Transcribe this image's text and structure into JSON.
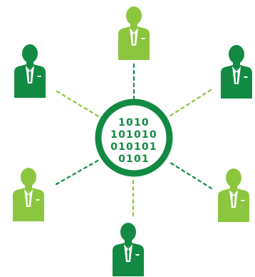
{
  "colors": {
    "dark_green": "#128a43",
    "light_green": "#8cc63f",
    "white": "#ffffff"
  },
  "center": {
    "icon": "binary-data-hub-icon",
    "binary_lines": [
      "1010",
      "101010",
      "010101",
      "0101"
    ]
  },
  "people": [
    {
      "id": "top",
      "icon": "businessperson-icon",
      "color": "light"
    },
    {
      "id": "top-left",
      "icon": "businessperson-icon",
      "color": "dark"
    },
    {
      "id": "top-right",
      "icon": "businessperson-icon",
      "color": "dark"
    },
    {
      "id": "bottom-left",
      "icon": "businessperson-icon",
      "color": "light"
    },
    {
      "id": "bottom-right",
      "icon": "businessperson-icon",
      "color": "light"
    },
    {
      "id": "bottom",
      "icon": "businessperson-icon",
      "color": "dark"
    }
  ],
  "connectors": [
    {
      "to": "top",
      "color": "dark",
      "style": "dashed"
    },
    {
      "to": "top-left",
      "color": "light",
      "style": "dashed"
    },
    {
      "to": "top-right",
      "color": "light",
      "style": "dashed"
    },
    {
      "to": "bottom-left",
      "color": "dark",
      "style": "dashed"
    },
    {
      "to": "bottom-right",
      "color": "dark",
      "style": "dashed"
    },
    {
      "to": "bottom",
      "color": "light",
      "style": "dashed"
    }
  ]
}
